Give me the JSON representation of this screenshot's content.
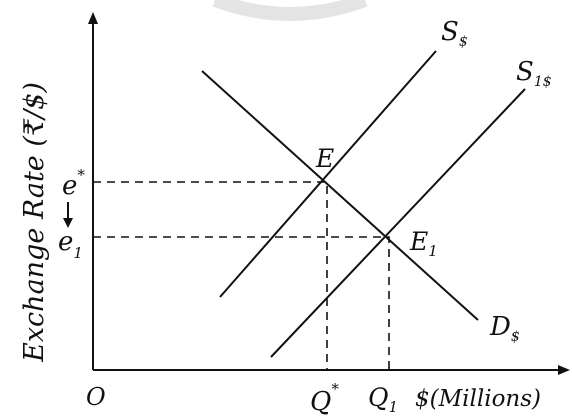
{
  "diagram": {
    "y_axis_label": "Exchange Rate (₹/$)",
    "x_axis_label": "$(Millions)",
    "origin_label": "O",
    "labels": {
      "e_star": "e",
      "e_star_sup": "*",
      "e1": "e",
      "e1_sub": "1",
      "q_star": "Q",
      "q_star_sup": "*",
      "q1": "Q",
      "q1_sub": "1",
      "point_e": "E",
      "point_e1": "E",
      "point_e1_sub": "1",
      "supply": "S",
      "supply_sub": "$",
      "supply_new": "S",
      "supply_new_sub": "1$",
      "demand": "D",
      "demand_sub": "$"
    },
    "colors": {
      "line": "#111111",
      "background": "#ffffff",
      "watermark": "#d9d9d9"
    },
    "icons": {
      "decrease_arrow": "arrow-down-icon"
    }
  }
}
